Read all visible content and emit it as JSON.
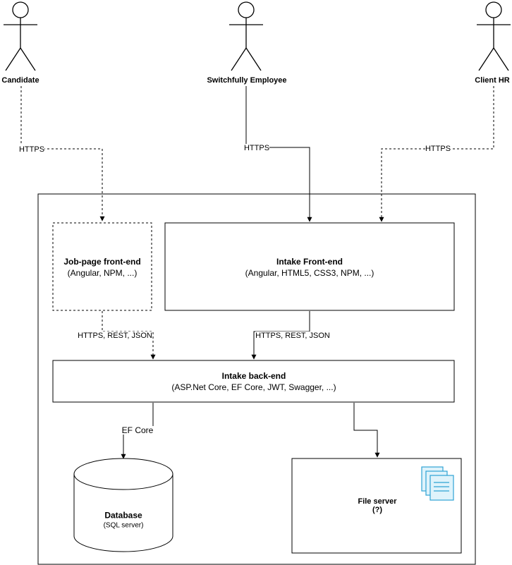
{
  "actors": {
    "candidate": "Candidate",
    "employee": "Switchfully Employee",
    "client_hr": "Client HR"
  },
  "edges": {
    "candidate_https": "HTTPS",
    "employee_https": "HTTPS",
    "client_https": "HTTPS",
    "jobpage_rest": "HTTPS, REST, JSON",
    "intake_rest": "HTTPS, REST, JSON",
    "ef_core": "EF Core"
  },
  "boxes": {
    "job_page": {
      "title": "Job-page front-end",
      "subtitle": "(Angular, NPM, ...)"
    },
    "intake_frontend": {
      "title": "Intake Front-end",
      "subtitle": "(Angular, HTML5, CSS3, NPM, ...)"
    },
    "intake_backend": {
      "title": "Intake back-end",
      "subtitle": "(ASP.Net Core, EF Core, JWT, Swagger, ...)"
    },
    "database": {
      "title": "Database",
      "subtitle": "(SQL server)"
    },
    "file_server": {
      "title": "File server",
      "subtitle": "(?)"
    }
  },
  "icons": {
    "file_server": "documents-icon"
  },
  "colors": {
    "stroke": "#000000",
    "icon_fill": "#dff3fb",
    "icon_stroke": "#2fa3d4"
  }
}
